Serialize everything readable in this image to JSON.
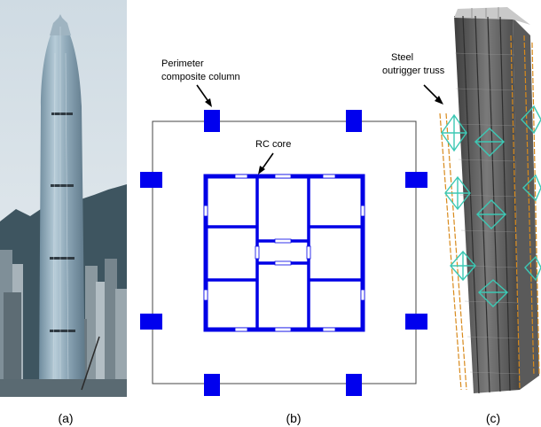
{
  "panels": [
    {
      "id": "a",
      "caption": "(a)"
    },
    {
      "id": "b",
      "caption": "(b)"
    },
    {
      "id": "c",
      "caption": "(c)"
    }
  ],
  "annotations": {
    "perimeter_column": {
      "line1": "Perimeter",
      "line2": "composite column"
    },
    "rc_core": "RC core",
    "outrigger": {
      "line1": "Steel",
      "line2": "outrigger truss"
    }
  },
  "colors": {
    "core_blue": "#0000e6",
    "column_blue": "#0000ee",
    "plan_outline": "#444444",
    "truss_cyan": "#3cc8b4",
    "truss_orange": "#d88a1c",
    "sky": "#dde6ec",
    "hill": "#3e5560"
  }
}
